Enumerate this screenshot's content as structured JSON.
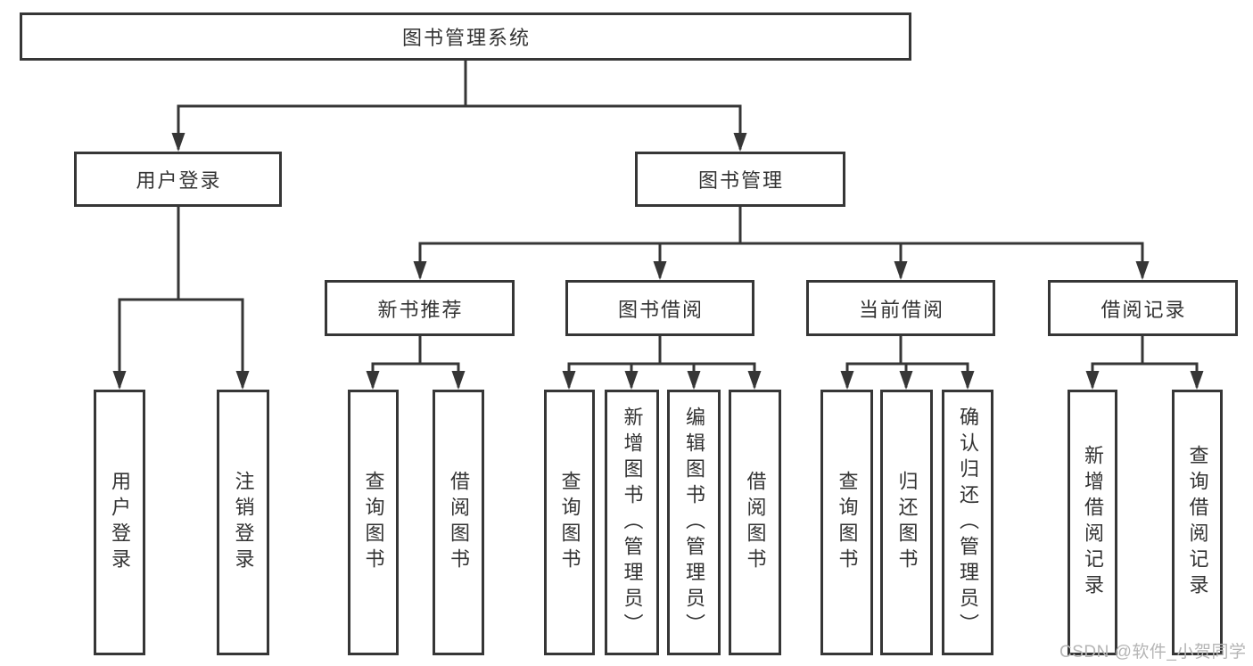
{
  "watermark": {
    "text": "CSDN @软件_小贺同学"
  },
  "colors": {
    "line": "#363636",
    "text": "#333333",
    "watermark": "#b5b5b5",
    "background": "#ffffff"
  },
  "tree": {
    "label": "图书管理系统",
    "children": [
      {
        "label": "用户登录",
        "children": [
          {
            "label": "用户登录"
          },
          {
            "label": "注销登录"
          }
        ]
      },
      {
        "label": "图书管理",
        "children": [
          {
            "label": "新书推荐",
            "children": [
              {
                "label": "查询图书"
              },
              {
                "label": "借阅图书"
              }
            ]
          },
          {
            "label": "图书借阅",
            "children": [
              {
                "label": "查询图书"
              },
              {
                "label": "新增图书（管理员）"
              },
              {
                "label": "编辑图书（管理员）"
              },
              {
                "label": "借阅图书"
              }
            ]
          },
          {
            "label": "当前借阅",
            "children": [
              {
                "label": "查询图书"
              },
              {
                "label": "归还图书"
              },
              {
                "label": "确认归还（管理员）"
              }
            ]
          },
          {
            "label": "借阅记录",
            "children": [
              {
                "label": "新增借阅记录"
              },
              {
                "label": "查询借阅记录"
              }
            ]
          }
        ]
      }
    ]
  }
}
